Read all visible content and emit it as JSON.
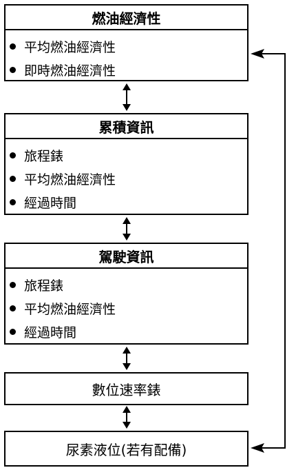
{
  "boxes": {
    "fuel": {
      "title": "燃油經濟性",
      "items": [
        "平均燃油經濟性",
        "即時燃油經濟性"
      ]
    },
    "cumulative": {
      "title": "累積資訊",
      "items": [
        "旅程錶",
        "平均燃油經濟性",
        "經過時間"
      ]
    },
    "drive": {
      "title": "駕駛資訊",
      "items": [
        "旅程錶",
        "平均燃油經濟性",
        "經過時間"
      ]
    },
    "speedometer": {
      "label": "數位速率錶"
    },
    "urea": {
      "label": "尿素液位(若有配備)"
    }
  }
}
